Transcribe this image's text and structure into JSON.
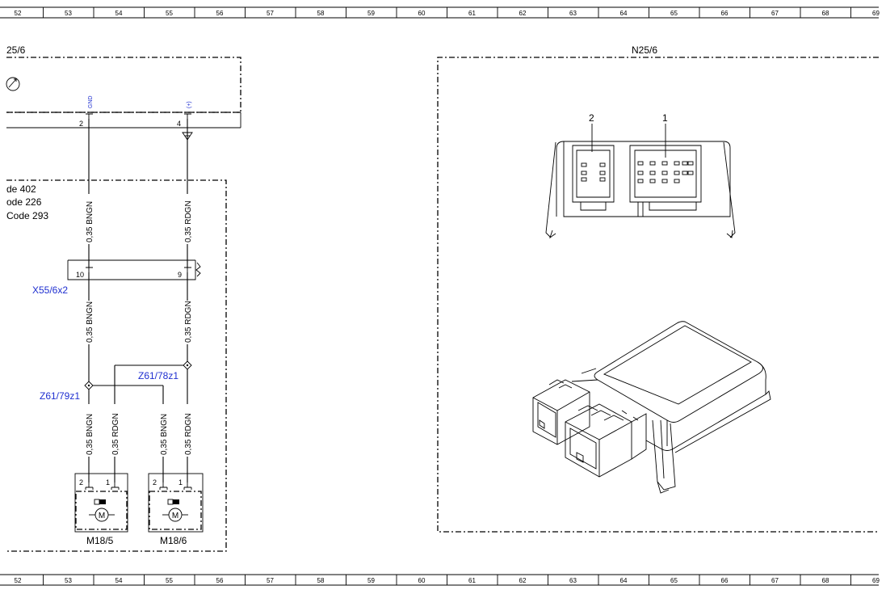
{
  "ruler": {
    "numbers": [
      "52",
      "53",
      "54",
      "55",
      "56",
      "57",
      "58",
      "59",
      "60",
      "61",
      "62",
      "63",
      "64",
      "65",
      "66",
      "67",
      "68",
      "69"
    ]
  },
  "left_component": {
    "name": "25/6",
    "pins": [
      {
        "number": "2",
        "signal": "GND"
      },
      {
        "number": "4",
        "signal": "(+)"
      }
    ]
  },
  "code_notes": [
    "de 402",
    "ode 226",
    "Code 293"
  ],
  "wires": {
    "w1_top": "0,35 BNGN",
    "w2_top": "0,35 RDGN",
    "w1_mid": "0,35 BNGN",
    "w2_mid": "0,35 RDGN",
    "w_m185_a": "0,35 BNGN",
    "w_m185_b": "0,35 RDGN",
    "w_m186_a": "0,35 BNGN",
    "w_m186_b": "0,35 RDGN"
  },
  "connector": {
    "name": "X55/6x2",
    "pin_left": "10",
    "pin_right": "9"
  },
  "splices": {
    "z1": "Z61/78z1",
    "z2": "Z61/79z1"
  },
  "motors": [
    {
      "name": "M18/5",
      "pin_left": "2",
      "pin_right": "1",
      "symbol": "M"
    },
    {
      "name": "M18/6",
      "pin_left": "2",
      "pin_right": "1",
      "symbol": "M"
    }
  ],
  "right_component": {
    "name": "N25/6",
    "callouts": [
      "2",
      "1"
    ]
  },
  "colors": {
    "line": "#000000",
    "reference_text": "#1f2fd0",
    "background": "#ffffff"
  }
}
